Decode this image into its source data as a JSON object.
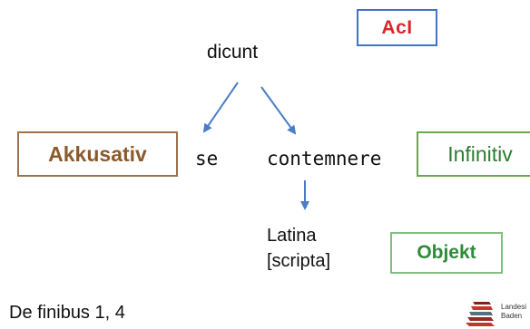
{
  "labels": {
    "aci": "AcI",
    "akkusativ": "Akkusativ",
    "infinitiv": "Infinitiv",
    "objekt": "Objekt"
  },
  "sentence": {
    "verb": "dicunt",
    "subject_accusative": "se",
    "infinitive": "contemnere",
    "object_line1": "Latina",
    "object_line2": "[scripta]"
  },
  "source": "De finibus 1, 4",
  "logo": {
    "text_line1": "Landesi",
    "text_line2": "Baden"
  },
  "colors": {
    "aci_text": "#d9262c",
    "aci_border": "#4472c4",
    "akkusativ": "#8b5a2b",
    "infinitiv": "#2e7d32",
    "objekt": "#2e8b3a",
    "arrow": "#4a7cc7"
  }
}
